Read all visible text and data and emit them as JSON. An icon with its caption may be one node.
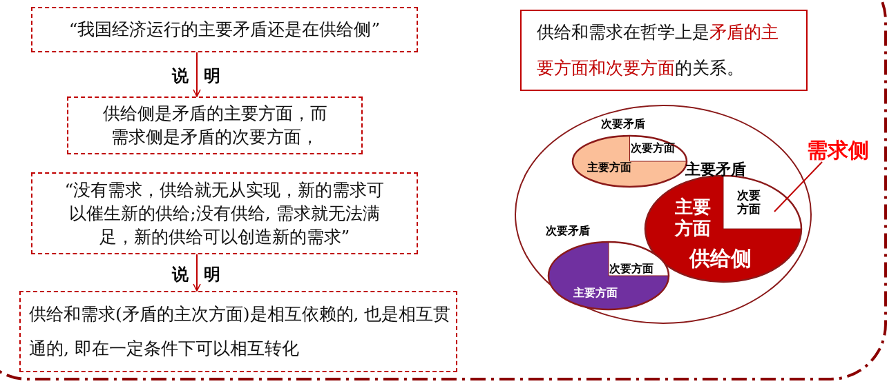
{
  "diagram": {
    "nodes": [
      {
        "text": [
          "“我国经济运行的主要矛盾还是在供给侧”"
        ]
      },
      {
        "text": [
          "供给侧是矛盾的主要方面，而需求侧是矛盾的次要方面，"
        ]
      },
      {
        "text": [
          "“没有需求，供给就无从实现，新的需求可以催生新的供给;没有供给, 需求就无法满足，新的供给可以创造新的需求”"
        ]
      },
      {
        "text": [
          "供给和需求(矛盾的主次方面)是相互依赖的, 也是相互贯通的, 即在一定条件下可以相互转化"
        ]
      },
      {
        "text": [
          "供给和需求在哲学上是**矛盾的主要方面和次要方面**的关系。"
        ]
      },
      {
        "text": [],
        "shape": "circle"
      },
      {
        "text": [
          "次要矛盾",
          "次要方面",
          "主要方面"
        ],
        "in": 5
      },
      {
        "text": [
          "主要矛盾",
          "次要方面",
          "主要方面",
          "供给侧"
        ],
        "in": 5
      },
      {
        "text": [
          "次要矛盾",
          "次要方面",
          "主要方面"
        ],
        "in": 5
      },
      {
        "text": [
          "需求侧"
        ]
      }
    ],
    "edges": [
      {
        "from": 0,
        "to": 1,
        "arrow": "to",
        "label": "说明"
      },
      {
        "from": 2,
        "to": 3,
        "arrow": "to",
        "label": "说明"
      },
      {
        "from": 9,
        "to": 7,
        "arrow": "none"
      }
    ]
  }
}
